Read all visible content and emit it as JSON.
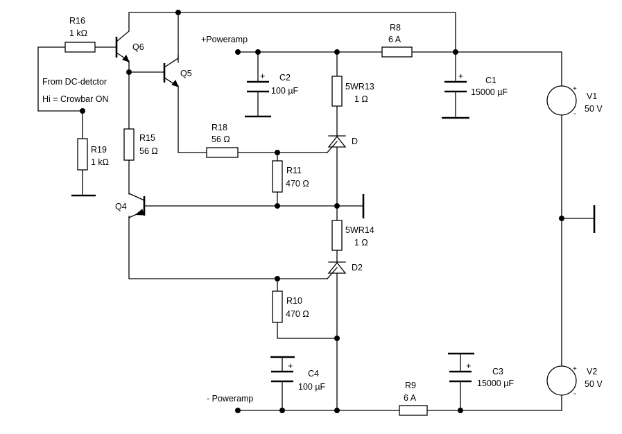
{
  "nets": {
    "pos_rail": "+Poweramp",
    "neg_rail": "- Poweramp",
    "input_line1": "From DC-detctor",
    "input_line2": "Hi = Crowbar ON"
  },
  "components": {
    "R16": {
      "name": "R16",
      "value": "1 kΩ"
    },
    "R19": {
      "name": "R19",
      "value": "1 kΩ"
    },
    "R15": {
      "name": "R15",
      "value": "56 Ω"
    },
    "R18": {
      "name": "R18",
      "value": "56 Ω"
    },
    "R11": {
      "name": "R11",
      "value": "470 Ω"
    },
    "R10": {
      "name": "R10",
      "value": "470 Ω"
    },
    "R13": {
      "name": "5WR13",
      "value": "1 Ω"
    },
    "R14": {
      "name": "5WR14",
      "value": "1 Ω"
    },
    "R8": {
      "name": "R8",
      "value": "6 A"
    },
    "R9": {
      "name": "R9",
      "value": "6 A"
    },
    "C1": {
      "name": "C1",
      "value": "15000 µF"
    },
    "C2": {
      "name": "C2",
      "value": "100 µF"
    },
    "C3": {
      "name": "C3",
      "value": "15000 µF"
    },
    "C4": {
      "name": "C4",
      "value": "100 µF"
    },
    "V1": {
      "name": "V1",
      "value": "50 V"
    },
    "V2": {
      "name": "V2",
      "value": "50 V"
    },
    "D": {
      "name": "D"
    },
    "D2": {
      "name": "D2"
    },
    "Q4": {
      "name": "Q4"
    },
    "Q5": {
      "name": "Q5"
    },
    "Q6": {
      "name": "Q6"
    }
  },
  "symbols": {
    "plus": "+",
    "minus": "-"
  }
}
